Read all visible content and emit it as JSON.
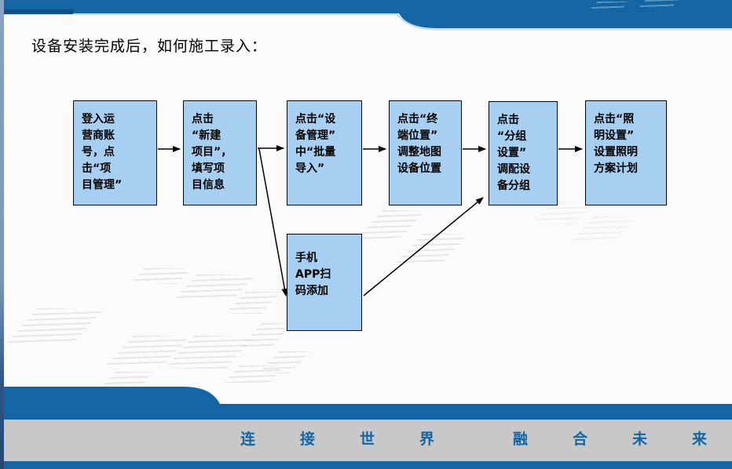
{
  "title": "设备安装完成后，如何施工录入：",
  "flow": {
    "steps": [
      {
        "name": "login-operator-account",
        "text": "登入运\n营商账\n号，点\n击“项\n目管理”"
      },
      {
        "name": "create-project",
        "text": "点击\n“新建\n项目”，\n填写项\n目信息"
      },
      {
        "name": "batch-import",
        "text": "点击“设\n备管理”\n中“批量\n导入”"
      },
      {
        "name": "terminal-location",
        "text": "点击“终\n端位置”\n调整地图\n设备位置"
      },
      {
        "name": "group-settings",
        "text": "点击\n“分组\n设置”\n调配设\n备分组"
      },
      {
        "name": "lighting-settings",
        "text": "点击“照\n明设置”\n设置照明\n方案计划"
      },
      {
        "name": "mobile-app-scan",
        "text": "手机\nAPP扫\n码添加"
      }
    ]
  },
  "footer": {
    "slogan_left": "连接世界",
    "slogan_right": "融合未来"
  },
  "colors": {
    "accent_blue": "#1465a4",
    "dark_navy": "#0e4f86",
    "box_fill": "#a7cff2",
    "gray_band": "#c8c8c8",
    "slogan_blue": "#1465a4"
  }
}
